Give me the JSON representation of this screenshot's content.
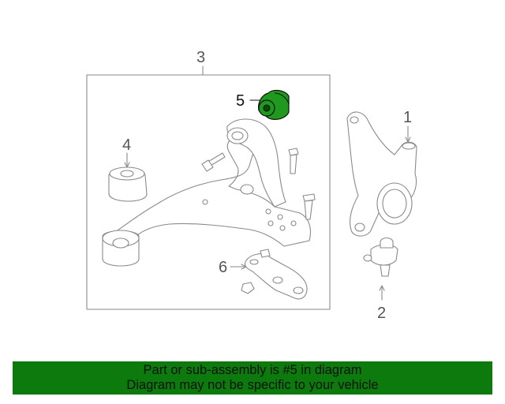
{
  "callouts": {
    "c1": "1",
    "c2": "2",
    "c3": "3",
    "c4": "4",
    "c5": "5",
    "c6": "6"
  },
  "banner": {
    "line1": "Part or sub-assembly is #5 in diagram",
    "line2": "Diagram may not be specific to your vehicle"
  },
  "colors": {
    "banner_bg": "#0c7a0c",
    "highlight_part": "#1f9a1f",
    "line": "#8a8a8a"
  }
}
